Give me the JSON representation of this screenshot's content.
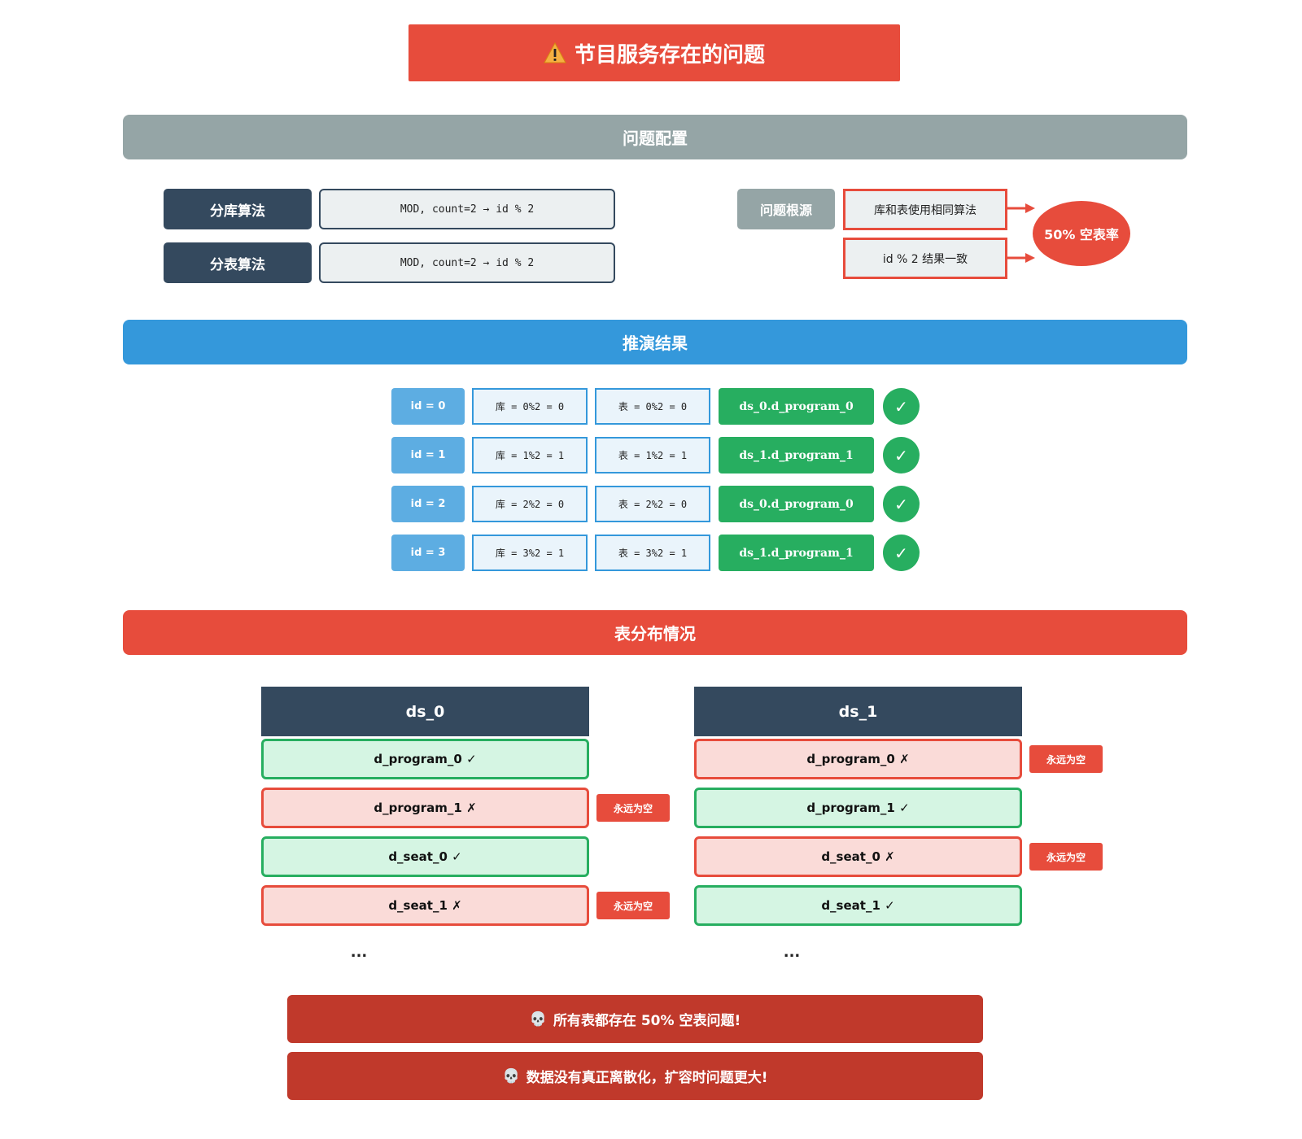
{
  "title": {
    "text": "节目服务存在的问题",
    "icon": "warning-icon"
  },
  "config": {
    "header": "问题配置",
    "db_label": "分库算法",
    "db_value": "MOD, count=2 → id % 2",
    "table_label": "分表算法",
    "table_value": "MOD, count=2 → id % 2",
    "root_label": "问题根源",
    "causes": [
      "库和表使用相同算法",
      "id % 2 结果一致"
    ],
    "result": "50% 空表率"
  },
  "derivation": {
    "header": "推演结果",
    "rows": [
      {
        "id": "id = 0",
        "db": "库 = 0%2 = 0",
        "table": "表 = 0%2 = 0",
        "target": "ds_0.d_program_0",
        "check": "✓"
      },
      {
        "id": "id = 1",
        "db": "库 = 1%2 = 1",
        "table": "表 = 1%2 = 1",
        "target": "ds_1.d_program_1",
        "check": "✓"
      },
      {
        "id": "id = 2",
        "db": "库 = 2%2 = 0",
        "table": "表 = 2%2 = 0",
        "target": "ds_0.d_program_0",
        "check": "✓"
      },
      {
        "id": "id = 3",
        "db": "库 = 3%2 = 1",
        "table": "表 = 3%2 = 1",
        "target": "ds_1.d_program_1",
        "check": "✓"
      }
    ]
  },
  "distribution": {
    "header": "表分布情况",
    "empty_tag": "永远为空",
    "ellipsis": "...",
    "databases": [
      {
        "name": "ds_0",
        "tables": [
          {
            "name": "d_program_0 ✓",
            "ok": true
          },
          {
            "name": "d_program_1 ✗",
            "ok": false
          },
          {
            "name": "d_seat_0 ✓",
            "ok": true
          },
          {
            "name": "d_seat_1 ✗",
            "ok": false
          }
        ]
      },
      {
        "name": "ds_1",
        "tables": [
          {
            "name": "d_program_0 ✗",
            "ok": false
          },
          {
            "name": "d_program_1 ✓",
            "ok": true
          },
          {
            "name": "d_seat_0 ✗",
            "ok": false
          },
          {
            "name": "d_seat_1 ✓",
            "ok": true
          }
        ]
      }
    ]
  },
  "footer": {
    "line1": "所有表都存在 50% 空表问题!",
    "line2": "数据没有真正离散化，扩容时问题更大!",
    "icon": "skull-icon"
  },
  "colors": {
    "red": "#e74c3c",
    "dark_red": "#c0392b",
    "navy": "#34495e",
    "blue": "#3498db",
    "green": "#27ae60",
    "gray": "#95a5a6"
  }
}
